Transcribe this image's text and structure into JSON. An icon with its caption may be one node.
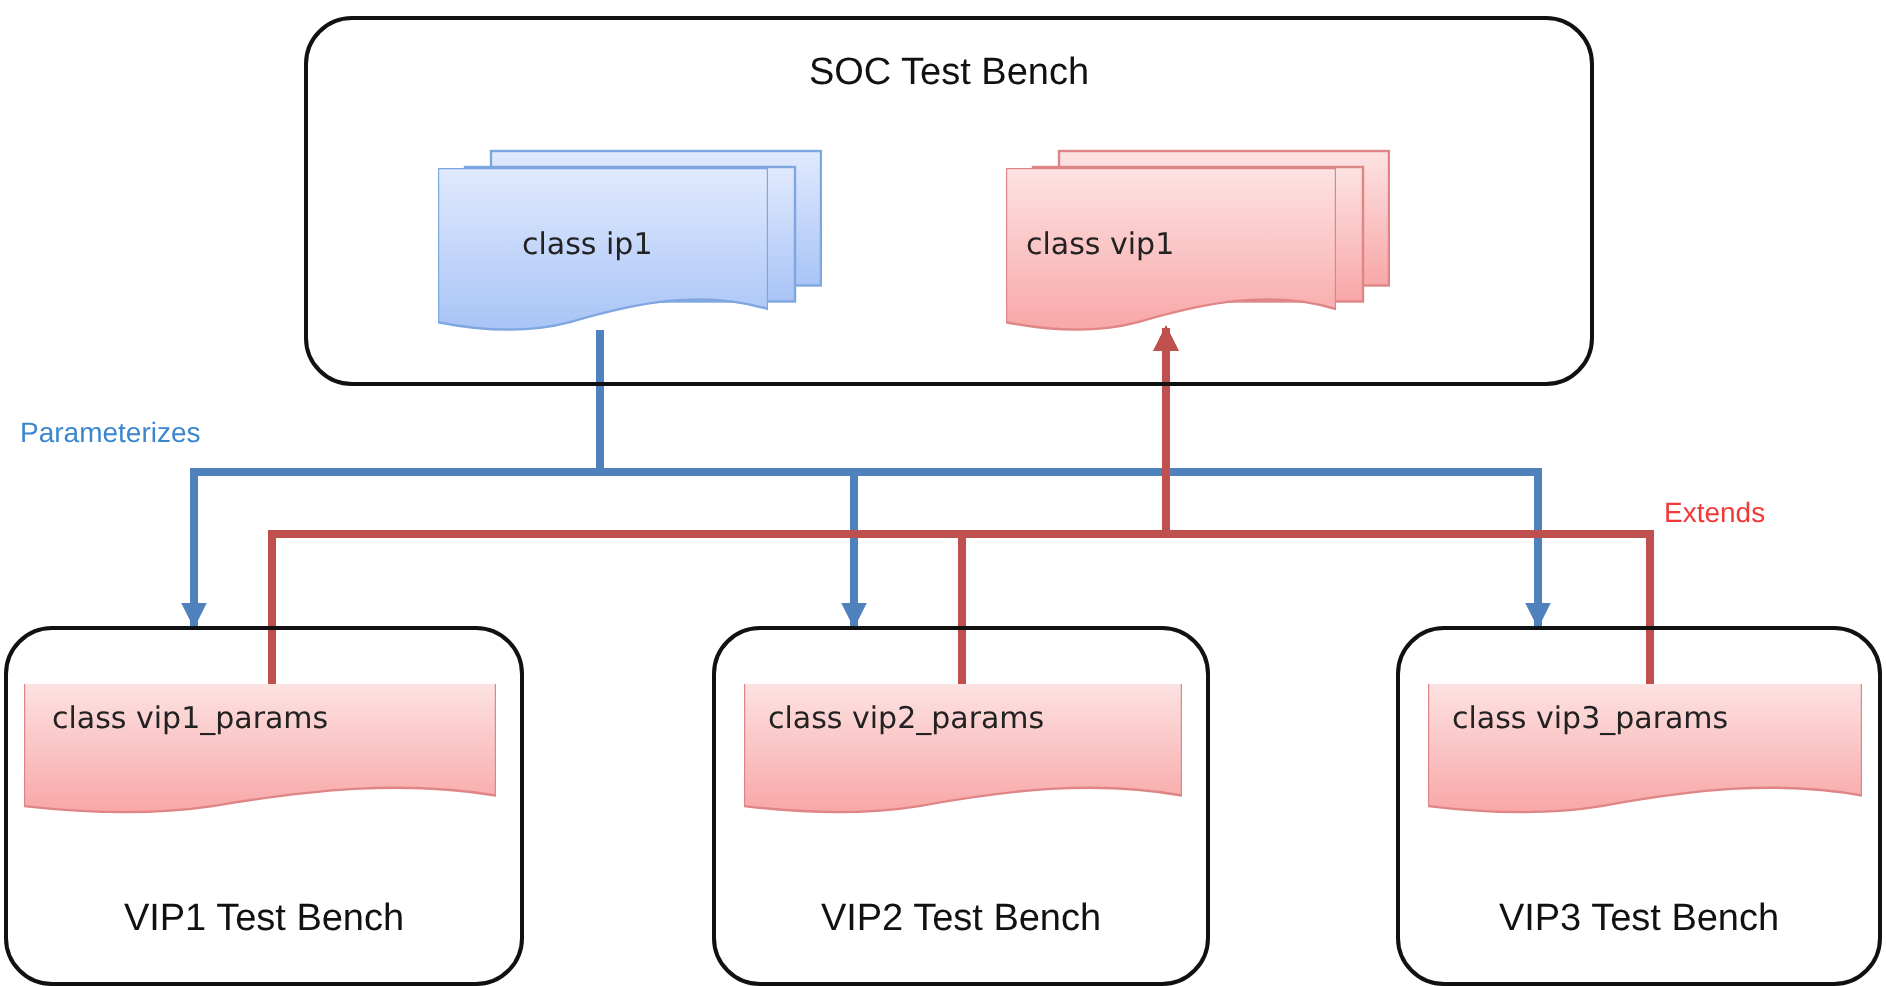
{
  "diagram": {
    "nodes": [
      {
        "text": [
          "SOC Test Bench"
        ]
      },
      {
        "text": [
          "class ip1"
        ],
        "in": 0
      },
      {
        "text": [
          "class vip1"
        ],
        "in": 0
      },
      {
        "text": [
          "VIP1 Test Bench"
        ]
      },
      {
        "text": [
          "class vip1_params"
        ],
        "in": 3
      },
      {
        "text": [
          "VIP2 Test Bench"
        ]
      },
      {
        "text": [
          "class vip2_params"
        ],
        "in": 5
      },
      {
        "text": [
          "VIP3 Test Bench"
        ]
      },
      {
        "text": [
          "class vip3_params"
        ],
        "in": 7
      }
    ],
    "edges": [
      {
        "from": 1,
        "to": 3,
        "arrow": "to",
        "label": "Parameterizes",
        "color": "#4f81bd"
      },
      {
        "from": 1,
        "to": 5,
        "arrow": "to",
        "color": "#4f81bd"
      },
      {
        "from": 1,
        "to": 7,
        "arrow": "to",
        "color": "#4f81bd"
      },
      {
        "from": 4,
        "to": 2,
        "arrow": "to",
        "color": "#c0504d"
      },
      {
        "from": 6,
        "to": 2,
        "arrow": "to",
        "color": "#c0504d"
      },
      {
        "from": 8,
        "to": 2,
        "arrow": "to",
        "label": "Extends",
        "color": "#c0504d"
      }
    ]
  }
}
